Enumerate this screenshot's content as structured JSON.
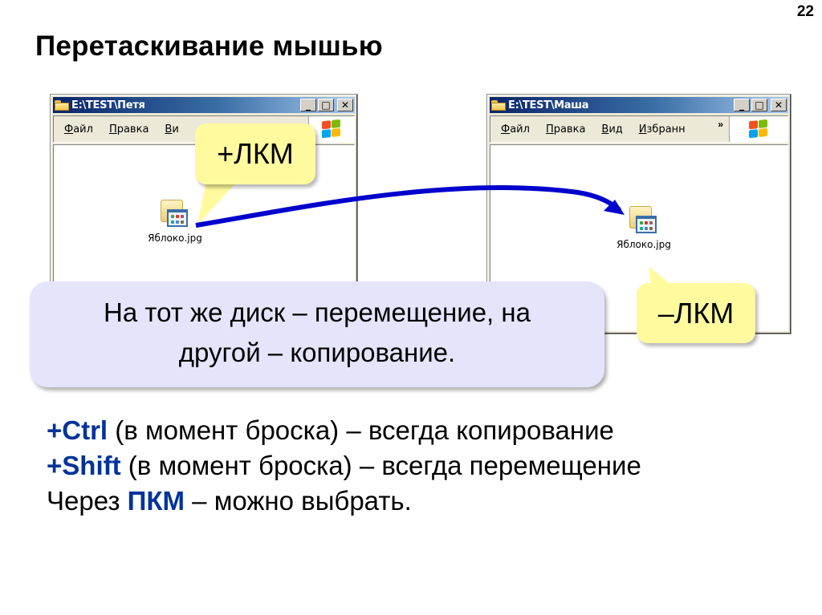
{
  "page_number": "22",
  "title": "Перетаскивание мышью",
  "windows": [
    {
      "id": "source",
      "title": "E:\\TEST\\Петя",
      "menu": [
        {
          "accel": "Ф",
          "rest": "айл"
        },
        {
          "accel": "П",
          "rest": "равка"
        },
        {
          "accel": "В",
          "rest": "и"
        }
      ],
      "file": {
        "name": "Яблоко.jpg",
        "icon": "image-folder-icon"
      }
    },
    {
      "id": "target",
      "title": "E:\\TEST\\Маша",
      "menu": [
        {
          "accel": "Ф",
          "rest": "айл"
        },
        {
          "accel": "П",
          "rest": "равка"
        },
        {
          "accel": "В",
          "rest": "ид"
        },
        {
          "accel": "И",
          "rest": "збранн"
        }
      ],
      "menu_overflow": "»",
      "file": {
        "name": "Яблоко.jpg",
        "icon": "image-folder-icon"
      }
    }
  ],
  "window_buttons": {
    "minimize": "_",
    "maximize": "□",
    "close": "✕"
  },
  "callouts": {
    "press": "+ЛКМ",
    "release": "–ЛКМ",
    "note_line1": "На тот же диск – перемещение, на",
    "note_line2": "другой – копирование."
  },
  "bullets": [
    {
      "prefix": "",
      "key": "+Ctrl",
      "text": " (в момент броска) – всегда копирование"
    },
    {
      "prefix": "",
      "key": "+Shift",
      "text": " (в момент броска) – всегда перемещение"
    },
    {
      "prefix": "Через ",
      "key": "ПКМ",
      "text": " – можно выбрать."
    }
  ],
  "colors": {
    "key_blue": "#003399",
    "arrow_blue": "#0000cc",
    "callout_yellow": "#fffa9e",
    "callout_lavender": "#e4e5fb",
    "titlebar_dark": "#0a246a"
  }
}
